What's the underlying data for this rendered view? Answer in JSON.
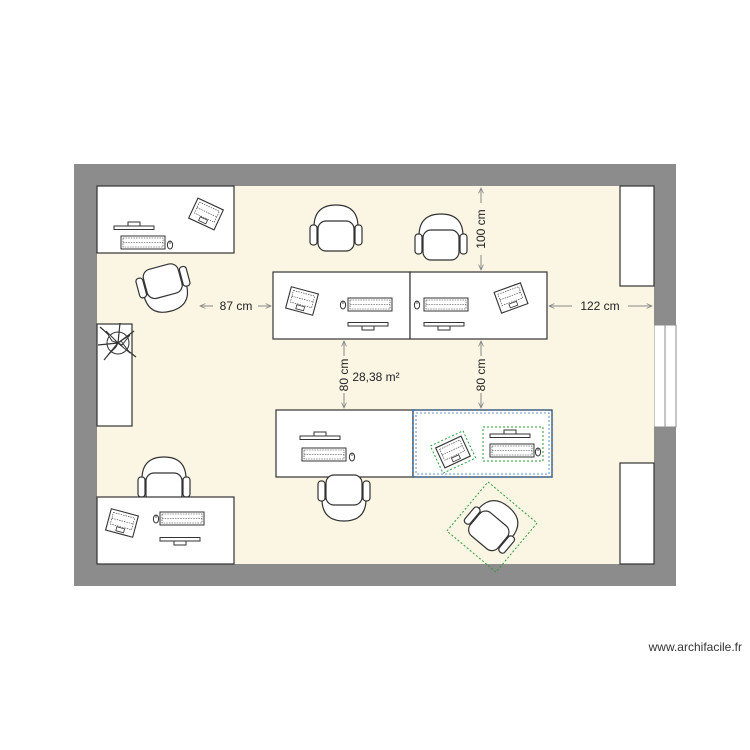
{
  "plan": {
    "colors": {
      "wall": "#8c8c8c",
      "floor": "#faf6e3",
      "furniture_fill": "#ffffff",
      "stroke": "#333333",
      "dimension": "#888888",
      "selection_blue": "#3a6fb0",
      "selection_green": "#2f9a3f"
    },
    "room_area": "28,38 m²",
    "dimensions": {
      "left_gap": "87 cm",
      "right_gap": "122 cm",
      "top_gap": "100 cm",
      "middle_gap_left": "80 cm",
      "middle_gap_right": "80 cm"
    },
    "furniture": [
      {
        "name": "desk-top-left",
        "kind": "desk"
      },
      {
        "name": "desk-center-left-upper",
        "kind": "desk"
      },
      {
        "name": "desk-center-right-upper",
        "kind": "desk"
      },
      {
        "name": "desk-center-left-lower",
        "kind": "desk"
      },
      {
        "name": "desk-center-right-lower",
        "kind": "desk",
        "selected": true
      },
      {
        "name": "desk-bottom-left",
        "kind": "desk"
      },
      {
        "name": "cabinet-right-top",
        "kind": "cabinet"
      },
      {
        "name": "cabinet-right-bottom",
        "kind": "cabinet"
      },
      {
        "name": "plant-left",
        "kind": "plant"
      }
    ],
    "icons": [
      "office-chair-icon",
      "laptop-icon",
      "keyboard-icon",
      "mouse-icon",
      "monitor-icon",
      "plant-icon"
    ]
  },
  "watermark": "www.archifacile.fr"
}
